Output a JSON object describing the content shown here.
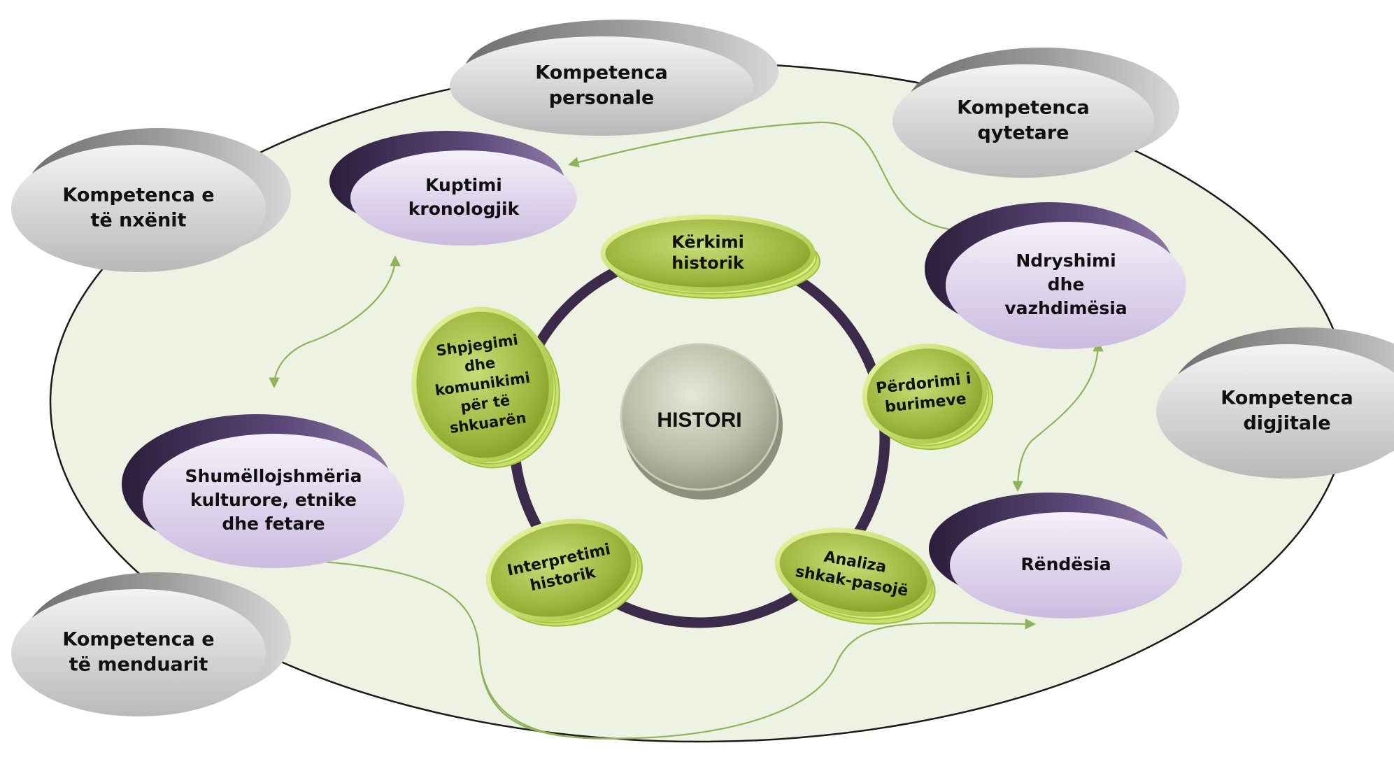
{
  "center": {
    "label": "HISTORI"
  },
  "ring_items": [
    {
      "id": "kerkimi",
      "lines": [
        "Kërkimi",
        "historik"
      ]
    },
    {
      "id": "perdorimi",
      "lines": [
        "Përdorimi i",
        "burimeve"
      ]
    },
    {
      "id": "analiza",
      "lines": [
        "Analiza",
        "shkak-pasojë"
      ]
    },
    {
      "id": "interpretimi",
      "lines": [
        "Interpretimi",
        "historik"
      ]
    },
    {
      "id": "shpjegimi",
      "lines": [
        "Shpjegimi",
        "dhe",
        "komunikimi",
        "për të",
        "shkuarën"
      ]
    }
  ],
  "concepts": [
    {
      "id": "kuptimi",
      "lines": [
        "Kuptimi",
        "kronologjik"
      ]
    },
    {
      "id": "ndryshimi",
      "lines": [
        "Ndryshimi",
        "dhe",
        "vazhdimësia"
      ]
    },
    {
      "id": "rendesia",
      "lines": [
        "Rëndësia"
      ]
    },
    {
      "id": "shumellojshmeria",
      "lines": [
        "Shumëllojshmëria",
        "kulturore, etnike",
        "dhe fetare"
      ]
    }
  ],
  "competences": [
    {
      "id": "personale",
      "lines": [
        "Kompetenca",
        "personale"
      ]
    },
    {
      "id": "qytetare",
      "lines": [
        "Kompetenca",
        "qytetare"
      ]
    },
    {
      "id": "digjitale",
      "lines": [
        "Kompetenca",
        "digjitale"
      ]
    },
    {
      "id": "nxenit",
      "lines": [
        "Kompetenca e",
        "të nxënit"
      ]
    },
    {
      "id": "menduarit",
      "lines": [
        "Kompetenca e",
        "të menduarit"
      ]
    }
  ],
  "colors": {
    "field_fill": "#eef2e2",
    "ring_stroke": "#3b2a4a",
    "green_disc": "#a8c24c",
    "green_rim": "#d4ea7a",
    "purple_disc": "#e7e0f0",
    "purple_edge": "#3d2b52",
    "gray_disc": "#d6d6d6",
    "arrow": "#8fb35a"
  }
}
